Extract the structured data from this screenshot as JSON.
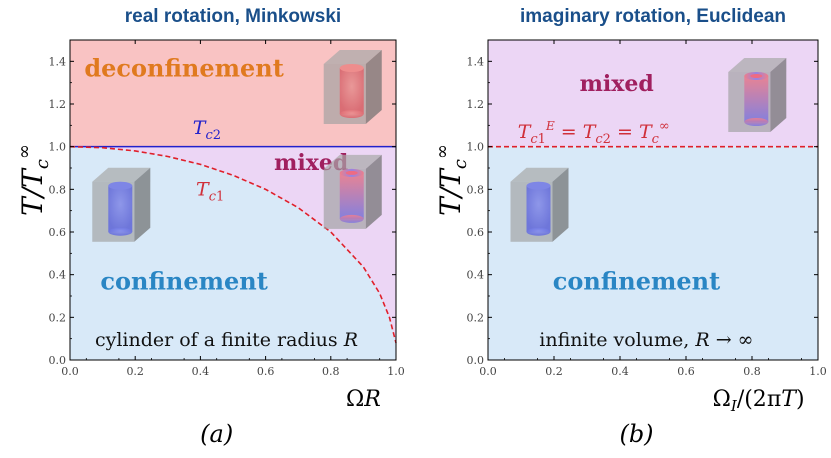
{
  "chart_data": [
    {
      "type": "area",
      "title": "real rotation, Minkowski",
      "xlabel": "ΩR",
      "ylabel": "T/T_c^∞",
      "caption": "(a)",
      "xlim": [
        0.0,
        1.0
      ],
      "ylim": [
        0.0,
        1.5
      ],
      "xticks": [
        0.0,
        0.2,
        0.4,
        0.6,
        0.8,
        1.0
      ],
      "yticks": [
        0.0,
        0.2,
        0.4,
        0.6,
        0.8,
        1.0,
        1.2,
        1.4
      ],
      "tick_labels_x": [
        "0.0",
        "0.2",
        "0.4",
        "0.6",
        "0.8",
        "1.0"
      ],
      "tick_labels_y": [
        "0.0",
        "0.2",
        "0.4",
        "0.6",
        "0.8",
        "1.0",
        "1.2",
        "1.4"
      ],
      "regions": [
        {
          "label": "deconfinement",
          "color": "#f9c3c3",
          "text_color": "#e07a1f"
        },
        {
          "label": "mixed",
          "color": "#ecd6f5",
          "text_color": "#a0205f"
        },
        {
          "label": "confinement",
          "color": "#d8e9f8",
          "text_color": "#2a86c4"
        }
      ],
      "series": [
        {
          "name": "T_c2",
          "style": "solid",
          "color": "#2222cc",
          "x": [
            0.0,
            0.2,
            0.4,
            0.6,
            0.8,
            1.0
          ],
          "y": [
            1.0,
            1.0,
            1.0,
            1.0,
            1.0,
            1.0
          ]
        },
        {
          "name": "T_c1",
          "style": "dashed",
          "color": "#e0202a",
          "x": [
            0.0,
            0.1,
            0.2,
            0.3,
            0.4,
            0.5,
            0.6,
            0.7,
            0.8,
            0.9,
            0.95,
            0.98,
            1.0
          ],
          "y": [
            1.0,
            0.995,
            0.98,
            0.954,
            0.917,
            0.866,
            0.8,
            0.714,
            0.6,
            0.436,
            0.312,
            0.199,
            0.08
          ]
        }
      ],
      "annotations": {
        "tc2": "T_c2",
        "tc1": "T_c1",
        "bottom_note": "cylinder of a finite radius R"
      },
      "grid": false
    },
    {
      "type": "area",
      "title": "imaginary rotation, Euclidean",
      "xlabel": "Ω_I/(2πT)",
      "ylabel": "T/T_c^∞",
      "caption": "(b)",
      "xlim": [
        0.0,
        1.0
      ],
      "ylim": [
        0.0,
        1.5
      ],
      "xticks": [
        0.0,
        0.2,
        0.4,
        0.6,
        0.8,
        1.0
      ],
      "yticks": [
        0.0,
        0.2,
        0.4,
        0.6,
        0.8,
        1.0,
        1.2,
        1.4
      ],
      "tick_labels_x": [
        "0.0",
        "0.2",
        "0.4",
        "0.6",
        "0.8",
        "1.0"
      ],
      "tick_labels_y": [
        "0.0",
        "0.2",
        "0.4",
        "0.6",
        "0.8",
        "1.0",
        "1.2",
        "1.4"
      ],
      "regions": [
        {
          "label": "mixed",
          "color": "#ecd6f5",
          "text_color": "#a0205f"
        },
        {
          "label": "confinement",
          "color": "#d8e9f8",
          "text_color": "#2a86c4"
        }
      ],
      "series": [
        {
          "name": "T_c1^E = T_c2 = T_c^∞",
          "style": "dashed",
          "color": "#e0202a",
          "x": [
            0.0,
            1.0
          ],
          "y": [
            1.0,
            1.0
          ]
        }
      ],
      "annotations": {
        "line_label": "T_c1^E = T_c2 = T_c^∞",
        "bottom_note": "infinite volume, R → ∞"
      },
      "grid": false
    }
  ],
  "colors": {
    "title": "#1a4f8a",
    "axis": "#000000",
    "confinement_fill": "#d8e9f8",
    "mixed_fill": "#ecd6f5",
    "deconfinement_fill": "#f9c3c3"
  },
  "icons": [
    "blue-cylinder-box-icon",
    "red-cylinder-box-icon",
    "mixed-cylinder-box-icon"
  ]
}
